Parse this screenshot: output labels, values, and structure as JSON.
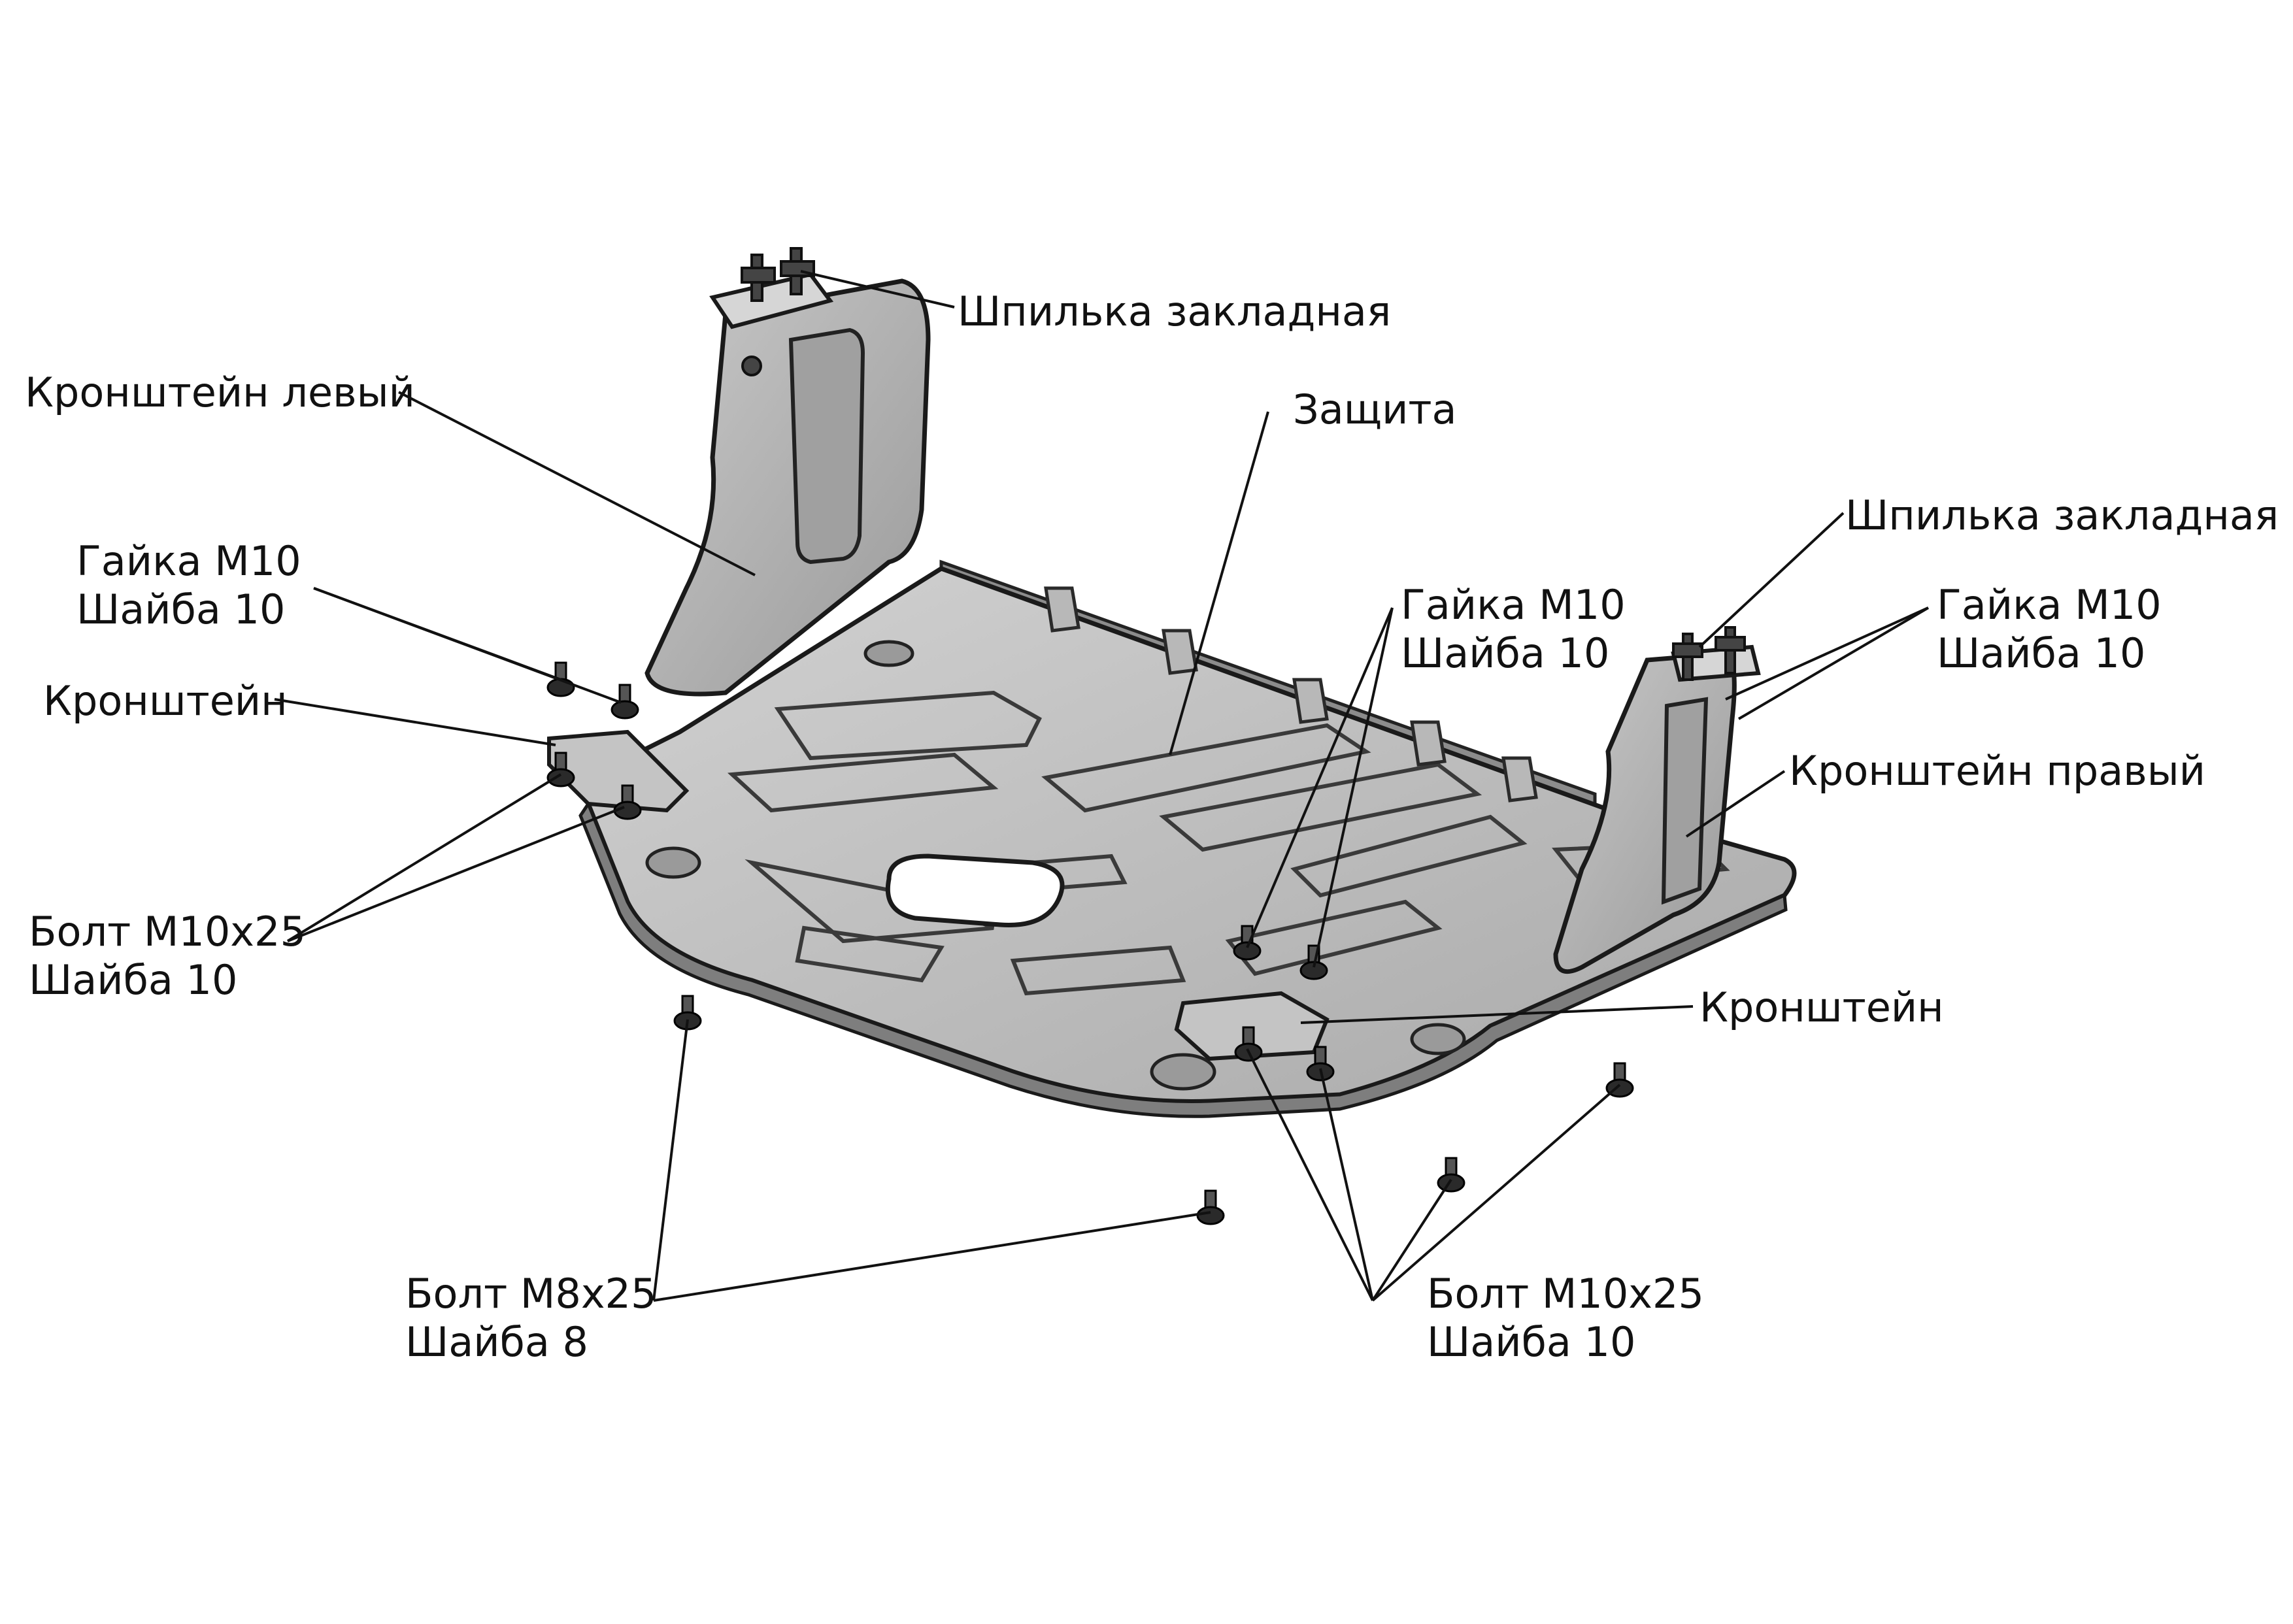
{
  "labels": {
    "stud_top": "Шпилька закладная",
    "bracket_left": "Кронштейн левый",
    "guard": "Защита",
    "stud_right": "Шпилька закладная",
    "nut_left_1": "Гайка М10",
    "nut_left_2": "Шайба 10",
    "nut_mid_1": "Гайка М10",
    "nut_mid_2": "Шайба 10",
    "nut_right_1": "Гайка М10",
    "nut_right_2": "Шайба 10",
    "bracket_small_left": "Кронштейн",
    "bracket_right": "Кронштейн правый",
    "bolt_left_1": "Болт М10х25",
    "bolt_left_2": "Шайба 10",
    "bracket_small_right": "Кронштейн",
    "bolt_m8_1": "Болт М8х25",
    "bolt_m8_2": "Шайба 8",
    "bolt_right_1": "Болт М10х25",
    "bolt_right_2": "Шайба 10"
  }
}
